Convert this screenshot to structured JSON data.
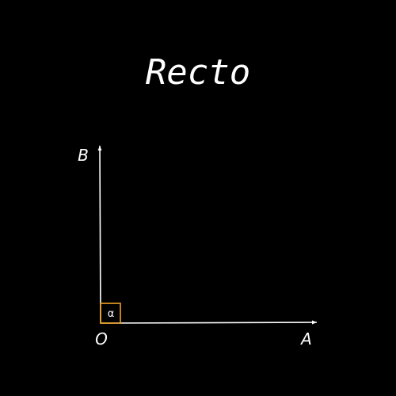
{
  "title": "Recto",
  "points": {
    "origin": "O",
    "ray_a_end": "A",
    "ray_b_end": "B"
  },
  "angle_symbol": "α",
  "colors": {
    "background": "#000000",
    "lines": "#ffffff",
    "right_angle_marker": "#f0a020",
    "text": "#ffffff"
  }
}
